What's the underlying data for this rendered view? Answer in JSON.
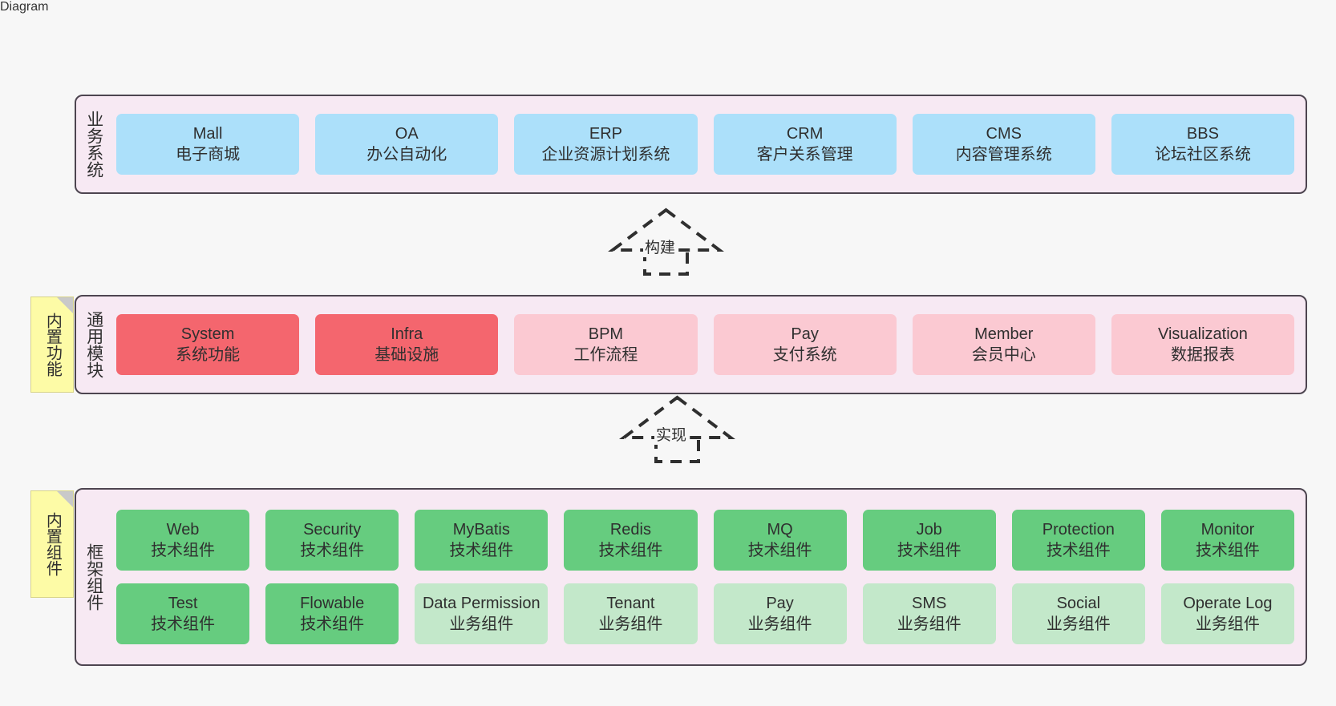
{
  "diagram": {
    "background_color": "#f7f7f7",
    "layer_fill": "#f7e9f3",
    "layer_border": "#4d4550",
    "note_fill": "#fdfba6"
  },
  "layers": [
    {
      "id": "business-system",
      "title": "业务系统",
      "note": null,
      "rows": [
        {
          "cells": [
            {
              "name": "Mall",
              "sub": "电子商城",
              "color": "#ace0fa",
              "style": "c-blue"
            },
            {
              "name": "OA",
              "sub": "办公自动化",
              "color": "#ace0fa",
              "style": "c-blue"
            },
            {
              "name": "ERP",
              "sub": "企业资源计划系统",
              "color": "#ace0fa",
              "style": "c-blue"
            },
            {
              "name": "CRM",
              "sub": "客户关系管理",
              "color": "#ace0fa",
              "style": "c-blue"
            },
            {
              "name": "CMS",
              "sub": "内容管理系统",
              "color": "#ace0fa",
              "style": "c-blue"
            },
            {
              "name": "BBS",
              "sub": "论坛社区系统",
              "color": "#ace0fa",
              "style": "c-blue"
            }
          ]
        }
      ]
    },
    {
      "id": "common-module",
      "title": "通用模块",
      "note": "内置功能",
      "rows": [
        {
          "cells": [
            {
              "name": "System",
              "sub": "系统功能",
              "color": "#f4666e",
              "style": "c-red"
            },
            {
              "name": "Infra",
              "sub": "基础设施",
              "color": "#f4666e",
              "style": "c-red"
            },
            {
              "name": "BPM",
              "sub": "工作流程",
              "color": "#fbc9d2",
              "style": "c-pink"
            },
            {
              "name": "Pay",
              "sub": "支付系统",
              "color": "#fbc9d2",
              "style": "c-pink"
            },
            {
              "name": "Member",
              "sub": "会员中心",
              "color": "#fbc9d2",
              "style": "c-pink"
            },
            {
              "name": "Visualization",
              "sub": "数据报表",
              "color": "#fbc9d2",
              "style": "c-pink"
            }
          ]
        }
      ]
    },
    {
      "id": "framework-component",
      "title": "框架组件",
      "note": "内置组件",
      "rows": [
        {
          "cells": [
            {
              "name": "Web",
              "sub": "技术组件",
              "color": "#66cc7f",
              "style": "c-green"
            },
            {
              "name": "Security",
              "sub": "技术组件",
              "color": "#66cc7f",
              "style": "c-green"
            },
            {
              "name": "MyBatis",
              "sub": "技术组件",
              "color": "#66cc7f",
              "style": "c-green"
            },
            {
              "name": "Redis",
              "sub": "技术组件",
              "color": "#66cc7f",
              "style": "c-green"
            },
            {
              "name": "MQ",
              "sub": "技术组件",
              "color": "#66cc7f",
              "style": "c-green"
            },
            {
              "name": "Job",
              "sub": "技术组件",
              "color": "#66cc7f",
              "style": "c-green"
            },
            {
              "name": "Protection",
              "sub": "技术组件",
              "color": "#66cc7f",
              "style": "c-green"
            },
            {
              "name": "Monitor",
              "sub": "技术组件",
              "color": "#66cc7f",
              "style": "c-green"
            }
          ]
        },
        {
          "cells": [
            {
              "name": "Test",
              "sub": "技术组件",
              "color": "#66cc7f",
              "style": "c-green"
            },
            {
              "name": "Flowable",
              "sub": "技术组件",
              "color": "#66cc7f",
              "style": "c-green"
            },
            {
              "name": "Data Permission",
              "sub": "业务组件",
              "color": "#c3e8ca",
              "style": "c-lightgreen"
            },
            {
              "name": "Tenant",
              "sub": "业务组件",
              "color": "#c3e8ca",
              "style": "c-lightgreen"
            },
            {
              "name": "Pay",
              "sub": "业务组件",
              "color": "#c3e8ca",
              "style": "c-lightgreen"
            },
            {
              "name": "SMS",
              "sub": "业务组件",
              "color": "#c3e8ca",
              "style": "c-lightgreen"
            },
            {
              "name": "Social",
              "sub": "业务组件",
              "color": "#c3e8ca",
              "style": "c-lightgreen"
            },
            {
              "name": "Operate Log",
              "sub": "业务组件",
              "color": "#c3e8ca",
              "style": "c-lightgreen"
            }
          ]
        }
      ]
    }
  ],
  "connectors": [
    {
      "id": "build",
      "label": "构建",
      "from": "common-module",
      "to": "business-system",
      "style": "dashed-generalization"
    },
    {
      "id": "implement",
      "label": "实现",
      "from": "framework-component",
      "to": "common-module",
      "style": "dashed-generalization"
    }
  ]
}
